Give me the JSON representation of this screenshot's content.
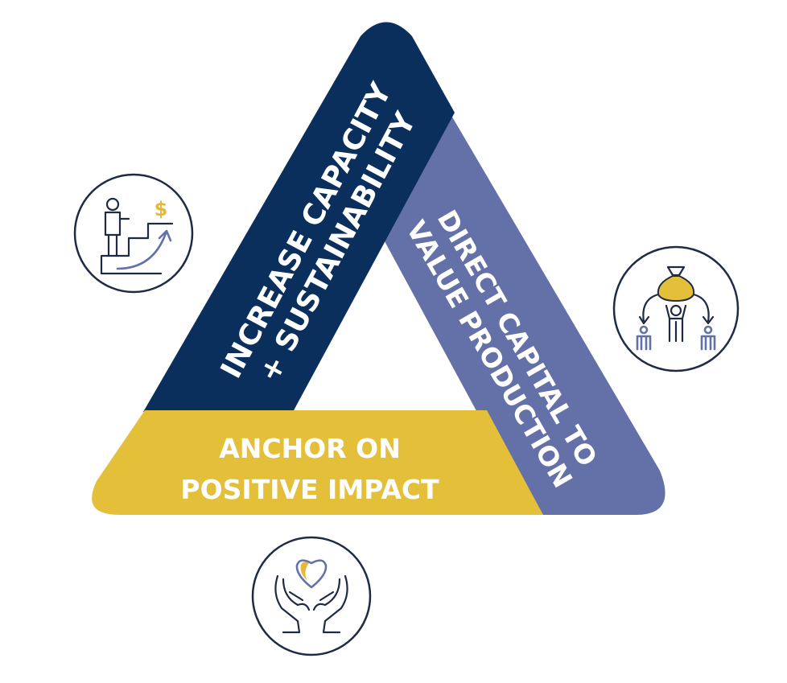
{
  "pillars": {
    "capacity": {
      "line1": "INCREASE CAPACITY",
      "line2": "+ SUSTAINABILITY",
      "color": "#0b2f5c"
    },
    "capital": {
      "line1": "DIRECT CAPITAL TO",
      "line2": "VALUE PRODUCTION",
      "color": "#6470a8"
    },
    "impact": {
      "line1": "ANCHOR ON",
      "line2": "POSITIVE IMPACT",
      "color": "#e3bf3a"
    }
  },
  "icons": {
    "capacity": {
      "name": "growth-stairs-icon",
      "symbol": "$"
    },
    "capital": {
      "name": "capital-distribution-icon"
    },
    "impact": {
      "name": "heart-in-hands-icon"
    }
  },
  "colors": {
    "icon_stroke": "#1f2a44",
    "accent_gold": "#e3b93a",
    "accent_purple": "#6470a8"
  }
}
